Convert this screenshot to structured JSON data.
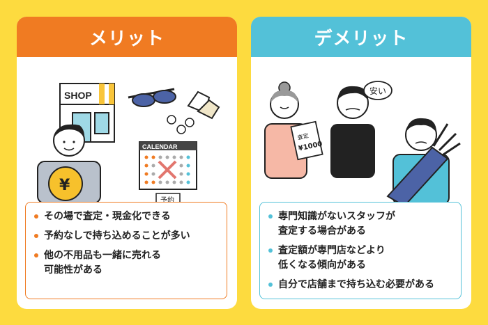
{
  "merit": {
    "title": "メリット",
    "shop_sign": "SHOP",
    "calendar_header": "CALENDAR",
    "reservation_tag": "予約",
    "items": [
      "その場で査定・現金化できる",
      "予約なしで持ち込めることが多い",
      "他の不用品も一緒に売れる\n可能性がある"
    ]
  },
  "demerit": {
    "title": "デメリット",
    "speech": "安い",
    "receipt_label": "査定",
    "receipt_price": "¥1000",
    "items": [
      "専門知識がないスタッフが\n査定する場合がある",
      "査定額が専門店などより\n低くなる傾向がある",
      "自分で店舗まで持ち込む必要がある"
    ]
  },
  "colors": {
    "background": "#FDDB3F",
    "merit_accent": "#F07B22",
    "demerit_accent": "#53C1D8"
  }
}
